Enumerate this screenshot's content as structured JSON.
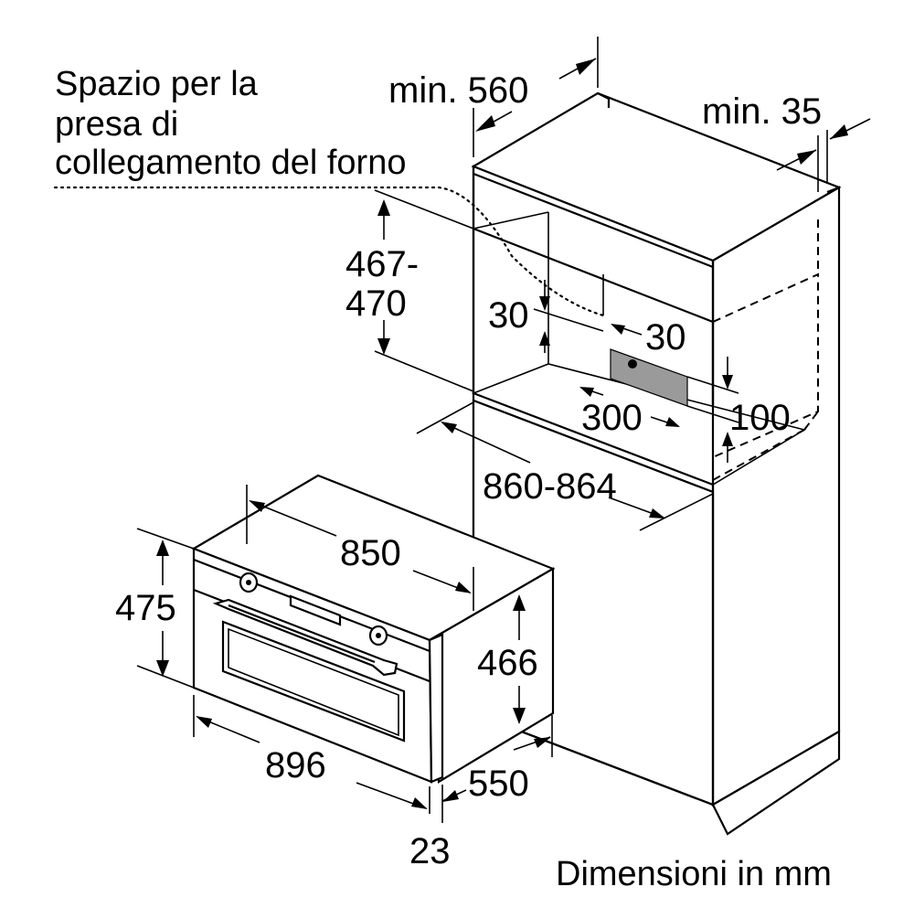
{
  "diagram": {
    "note_lines": [
      "Spazio per la",
      "presa di",
      "collegamento del forno"
    ],
    "footer": "Dimensioni in mm",
    "dimensions": {
      "niche_width_min": "min. 560",
      "side_gap_min": "min. 35",
      "niche_height_line1": "467-",
      "niche_height_line2": "470",
      "socket_offset_left": "30",
      "socket_offset_right": "30",
      "socket_width": "300",
      "socket_height": "100",
      "niche_depth": "860-864",
      "oven_width": "850",
      "oven_front_height": "475",
      "oven_body_height": "466",
      "oven_front_width": "896",
      "oven_depth": "550",
      "front_thickness": "23"
    }
  }
}
